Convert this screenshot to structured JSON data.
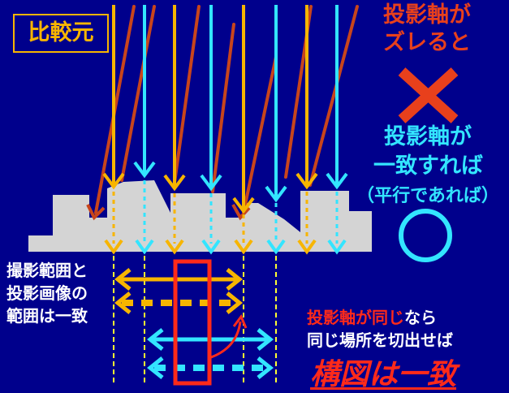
{
  "comparison_label": "比較元",
  "misaligned_axis": {
    "line1": "投影軸が",
    "line2": "ズレると",
    "verdict_icon": "cross-mark-icon"
  },
  "aligned_axis": {
    "line1": "投影軸が",
    "line2": "一致すれば",
    "line3": "（平行であれば）",
    "verdict_icon": "circle-mark-icon"
  },
  "range_note": {
    "line1": "撮影範囲と",
    "line2": "投影画像の",
    "line3": "範囲は一致"
  },
  "crop_note": {
    "red_part": "投影軸が同じ",
    "white_part1": "なら",
    "line2": "同じ場所を切出せば",
    "conclusion": "構図は一致"
  },
  "colors": {
    "background": "#00008c",
    "orange": "#f7b500",
    "cyan": "#33e5ff",
    "red": "#e8401c",
    "bright_red": "#ff2a1a",
    "terrain": "#d4d4d4",
    "yellow_dashed": "#ffff33"
  }
}
